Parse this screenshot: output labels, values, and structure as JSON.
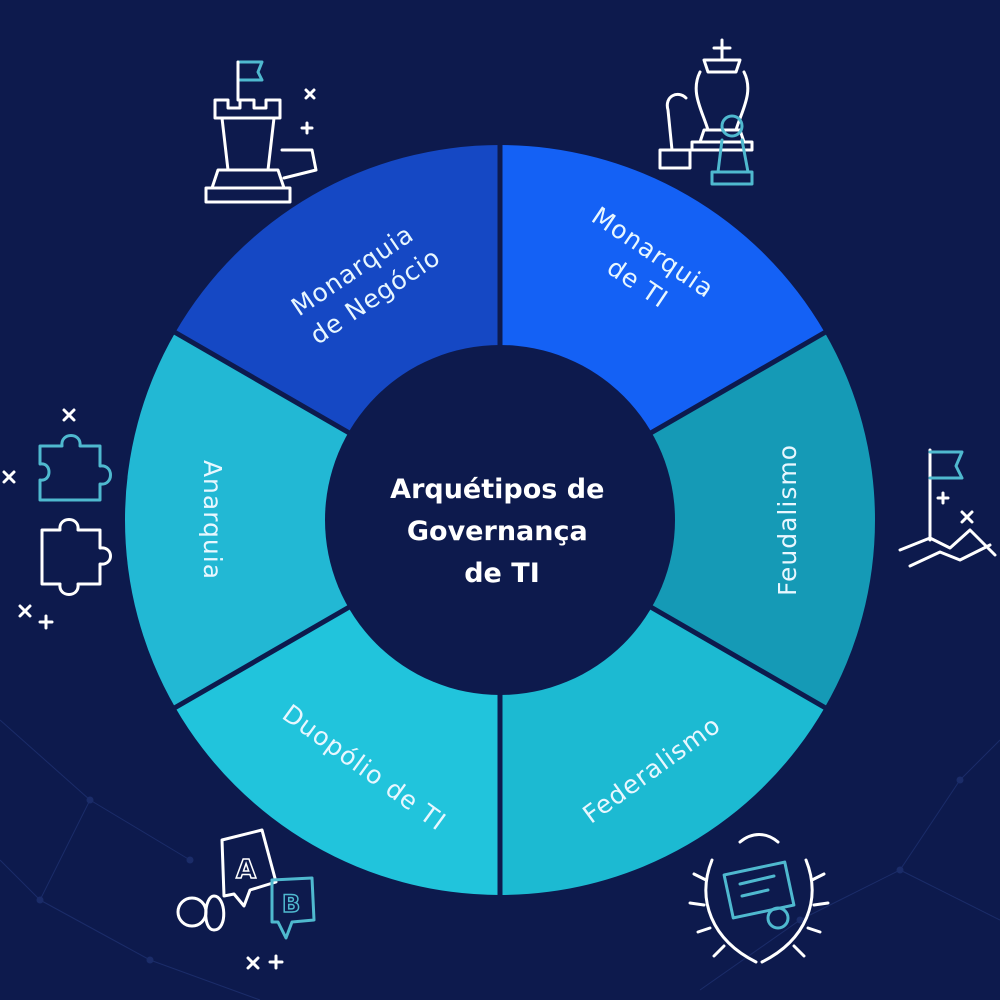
{
  "diagram": {
    "center_title_lines": [
      "Arquétipos de",
      "Governança",
      "de TI"
    ],
    "segments": [
      {
        "id": "monarquia-negocio",
        "label_lines": [
          "Monarquia",
          "de Negócio"
        ],
        "color": "#1548c4"
      },
      {
        "id": "monarquia-ti",
        "label_lines": [
          "Monarquia",
          "de TI"
        ],
        "color": "#1461f5"
      },
      {
        "id": "feudalismo",
        "label_lines": [
          "Feudalismo"
        ],
        "color": "#159ab6"
      },
      {
        "id": "federalismo",
        "label_lines": [
          "Federalismo"
        ],
        "color": "#1cbad2"
      },
      {
        "id": "duopolio-ti",
        "label_lines": [
          "Duopólio de TI"
        ],
        "color": "#21c4dc"
      },
      {
        "id": "anarquia",
        "label_lines": [
          "Anarquia"
        ],
        "color": "#22b8d4"
      }
    ],
    "colors": {
      "background": "#0d1a4d",
      "center_circle": "#0d1a4d",
      "divider": "#0d1a4d",
      "icon_stroke": "#ffffff",
      "icon_accent": "#4fb9cf"
    },
    "icons": [
      {
        "segment": "monarquia-negocio",
        "name": "rook-flag-icon"
      },
      {
        "segment": "monarquia-ti",
        "name": "king-pawn-icon"
      },
      {
        "segment": "feudalismo",
        "name": "mountain-flag-icon"
      },
      {
        "segment": "federalismo",
        "name": "laurel-certificate-icon"
      },
      {
        "segment": "duopolio-ti",
        "name": "speech-bubbles-ab-icon"
      },
      {
        "segment": "anarquia",
        "name": "puzzle-pieces-icon"
      }
    ]
  }
}
